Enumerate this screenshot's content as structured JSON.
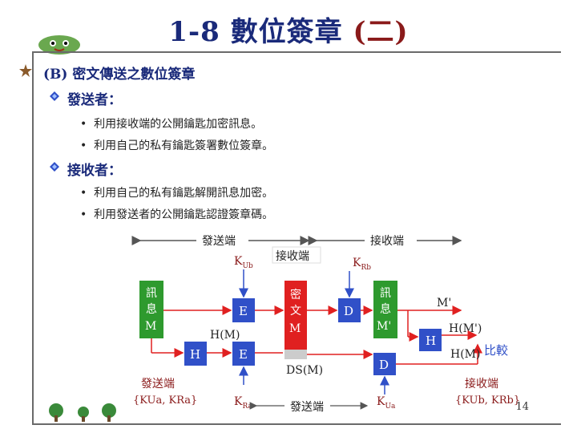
{
  "title": {
    "main": "1-8 數位簽章 ",
    "paren": "(二)"
  },
  "heading": "(B) 密文傳送之數位簽章",
  "sender": {
    "label": "發送者：",
    "bullets": [
      "利用接收端的公開鑰匙加密訊息。",
      "利用自己的私有鑰匙簽署數位簽章。"
    ]
  },
  "receiver": {
    "label": "接收者：",
    "bullets": [
      "利用自己的私有鑰匙解開訊息加密。",
      "利用發送者的公開鑰匙認證簽章碼。"
    ]
  },
  "diagram": {
    "sender_end": "發送端",
    "receiver_end": "接收端",
    "top_receiver_box": "接收端",
    "bottom_sender_box": "發送端",
    "msg_box": [
      "訊",
      "息",
      "M"
    ],
    "cipher_box": [
      "密",
      "文",
      "M"
    ],
    "recv_msg_box": [
      "訊",
      "息",
      "M'"
    ],
    "E": "E",
    "H": "H",
    "D": "D",
    "KUb": "K",
    "KUb_sub": "Ub",
    "KRb": "K",
    "KRb_sub": "Rb",
    "KRa": "K",
    "KRa_sub": "Ra",
    "KUa": "K",
    "KUa_sub": "Ua",
    "HM": "H(M)",
    "DSM": "DS(M)",
    "Mprime": "M'",
    "HMprime": "H(M')",
    "HM2": "H(M)",
    "compare": "比較",
    "sender_keys_label": "發送端",
    "sender_keys": "{K",
    "sender_keys_full": "{KUa, KRa}",
    "receiver_keys_label": "接收端",
    "receiver_keys_full": "{KUb, KRb}"
  },
  "page_number": "14",
  "colors": {
    "green": "#2e9a2e",
    "red": "#e02020",
    "blue": "#3050c8",
    "navy": "#1a2a7a"
  }
}
